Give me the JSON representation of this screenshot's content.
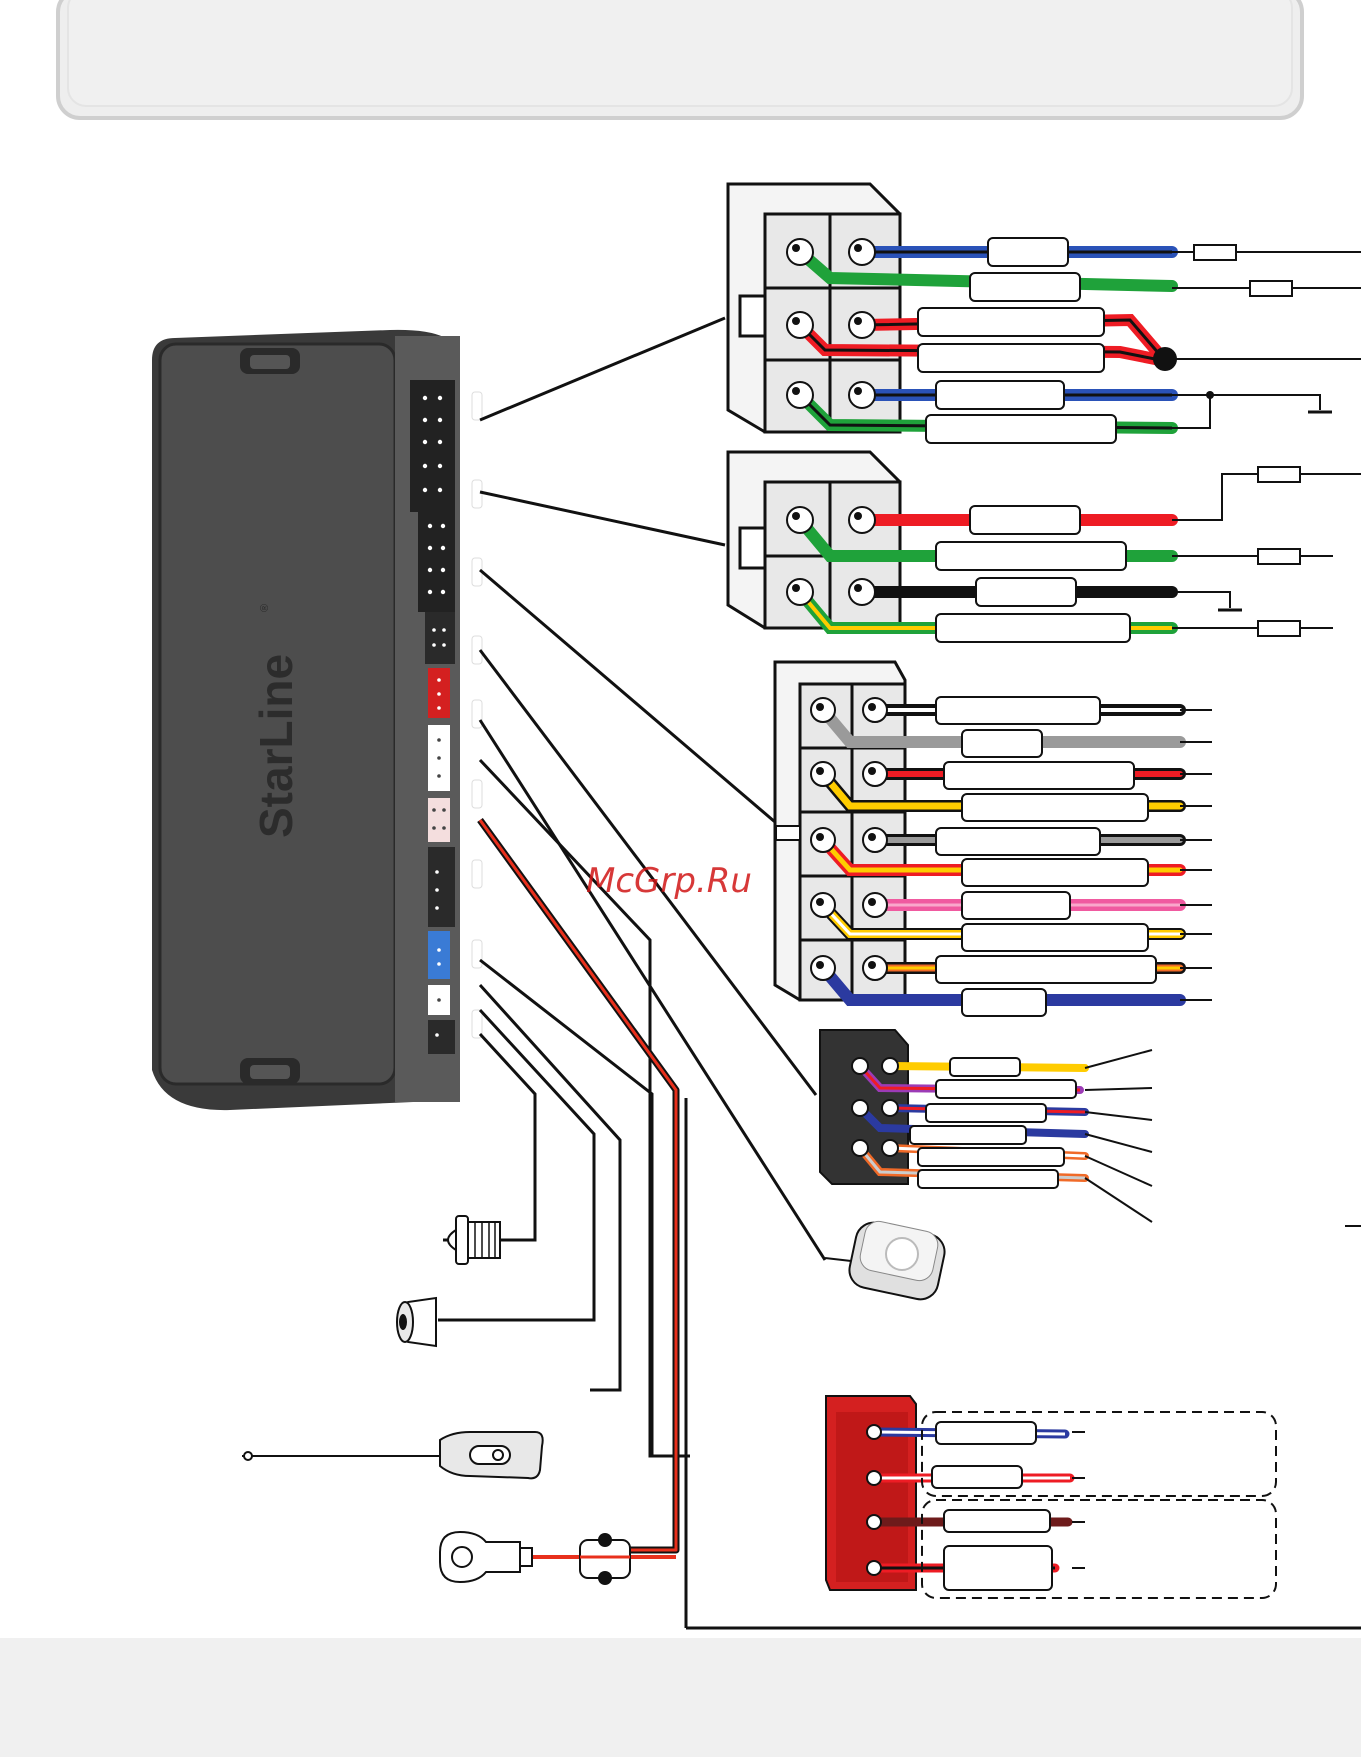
{
  "brand": {
    "name": "StarLine",
    "mark": "®"
  },
  "watermark": {
    "text": "McGrp.Ru"
  },
  "colors": {
    "blue": "#2a52b8",
    "green": "#1fa23a",
    "red": "#ee1c24",
    "black": "#111111",
    "yellow": "#ffcc00",
    "gray": "#9a9a9a",
    "pink": "#f05aa0",
    "orange": "#f06a28",
    "maroon": "#6e1b1b",
    "navy": "#2b3aa0",
    "housing": "#4a4a4a",
    "connector_red": "#d42020",
    "header_panel": "#eeeeee"
  },
  "connectors": [
    {
      "id": "power-connector-1",
      "pins": 6,
      "wires": [
        "blue",
        "green",
        "red",
        "red",
        "blue",
        "green"
      ]
    },
    {
      "id": "power-connector-2",
      "pins": 4,
      "wires": [
        "red",
        "green",
        "black",
        "green-yellow"
      ]
    },
    {
      "id": "main-connector",
      "pins": 10,
      "wires": [
        "black-white",
        "gray",
        "red-black",
        "yellow-black",
        "gray-black",
        "yellow-red",
        "pink",
        "yellow-white",
        "orange-yellow",
        "blue"
      ]
    },
    {
      "id": "can-connector",
      "pins": 6,
      "wires": [
        "yellow",
        "violet-red",
        "blue-red",
        "blue",
        "orange-white",
        "orange-gray"
      ]
    },
    {
      "id": "relay-connector",
      "pins": 4,
      "wires": [
        "blue-white",
        "red-white",
        "maroon",
        "red-black"
      ]
    }
  ],
  "peripherals": [
    "led-indicator",
    "service-button",
    "antenna-module",
    "gps-antenna",
    "ground-lug-with-fuse"
  ]
}
